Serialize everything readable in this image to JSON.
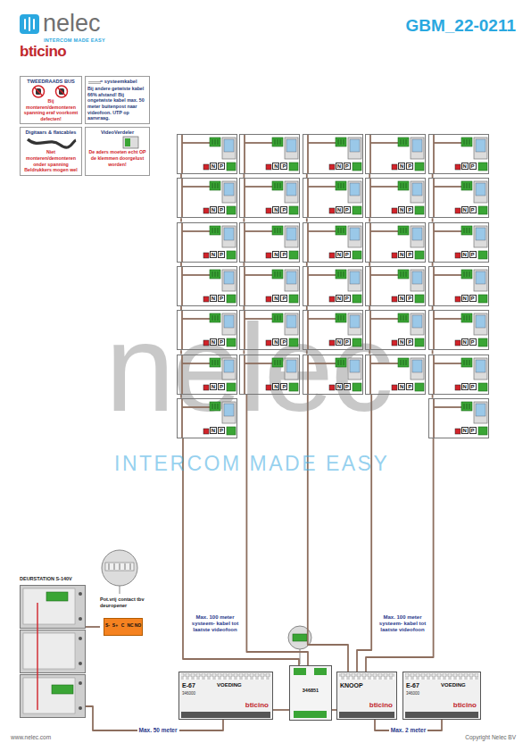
{
  "diagram": {
    "title": "GBM_22-0211",
    "nodes": [
      {
        "text": [
          "TWEEDRAADS BUS",
          "Bij monteren/demonteren spanning eraf voorkomt defecten!"
        ]
      },
      {
        "text": [
          "= systeemkabel",
          "Bij andere getwiste kabel 66% afstand! Bij ongetwiste kabel max. 50 meter buitenpost naar videofoon. UTP op aanvraag."
        ]
      },
      {
        "text": [
          "Digitaars & flatcables",
          "Niet monteren/demonteren onder spanning Beldrukkers mogen wel"
        ]
      },
      {
        "text": [
          "VideoVerdeler",
          "De aders moeten echt OP de klemmen doorgelust worden!"
        ]
      },
      {
        "text": [
          "N",
          "P"
        ]
      },
      {
        "text": [
          "N",
          "P"
        ]
      },
      {
        "text": [
          "N",
          "P"
        ]
      },
      {
        "text": [
          "N",
          "P"
        ]
      },
      {
        "text": [
          "N",
          "P"
        ]
      },
      {
        "text": [
          "N",
          "P"
        ]
      },
      {
        "text": [
          "N",
          "P"
        ]
      },
      {
        "text": [
          "N",
          "P"
        ]
      },
      {
        "text": [
          "N",
          "P"
        ]
      },
      {
        "text": [
          "N",
          "P"
        ]
      },
      {
        "text": [
          "N",
          "P"
        ]
      },
      {
        "text": [
          "N",
          "P"
        ]
      },
      {
        "text": [
          "N",
          "P"
        ]
      },
      {
        "text": [
          "N",
          "P"
        ]
      },
      {
        "text": [
          "N",
          "P"
        ]
      },
      {
        "text": [
          "N",
          "P"
        ]
      },
      {
        "text": [
          "N",
          "P"
        ]
      },
      {
        "text": [
          "N",
          "P"
        ]
      },
      {
        "text": [
          "N",
          "P"
        ]
      },
      {
        "text": [
          "N",
          "P"
        ]
      },
      {
        "text": [
          "N",
          "P"
        ]
      },
      {
        "text": [
          "N",
          "P"
        ]
      },
      {
        "text": [
          "N",
          "P"
        ]
      },
      {
        "text": [
          "N",
          "P"
        ]
      },
      {
        "text": [
          "N",
          "P"
        ]
      },
      {
        "text": [
          "N",
          "P"
        ]
      },
      {
        "text": [
          "N",
          "P"
        ]
      },
      {
        "text": [
          "N",
          "P"
        ]
      },
      {
        "text": [
          "N",
          "P"
        ]
      },
      {
        "text": [
          "N",
          "P"
        ]
      },
      {
        "text": [
          "N",
          "P"
        ]
      },
      {
        "text": [
          "N",
          "P"
        ]
      },
      {
        "text": [
          "DEURSTATION S-140V"
        ]
      },
      {
        "text": [
          "Pot.vrij contact tbv deuropener"
        ]
      },
      {
        "text": [
          "E-67",
          "VOEDING",
          "346000",
          "bticino"
        ]
      },
      {
        "text": [
          "346851"
        ]
      },
      {
        "text": [
          "KNOOP",
          "bticino"
        ]
      },
      {
        "text": [
          "E-67",
          "VOEDING",
          "346000",
          "bticino"
        ]
      }
    ],
    "edges": [
      {
        "from": 4,
        "to": 9,
        "arrow": "none"
      },
      {
        "from": 9,
        "to": 14,
        "arrow": "none"
      },
      {
        "from": 14,
        "to": 19,
        "arrow": "none"
      },
      {
        "from": 19,
        "to": 24,
        "arrow": "none"
      },
      {
        "from": 24,
        "to": 29,
        "arrow": "none"
      },
      {
        "from": 29,
        "to": 34,
        "arrow": "none"
      },
      {
        "from": 5,
        "to": 10,
        "arrow": "none"
      },
      {
        "from": 10,
        "to": 15,
        "arrow": "none"
      },
      {
        "from": 15,
        "to": 20,
        "arrow": "none"
      },
      {
        "from": 20,
        "to": 25,
        "arrow": "none"
      },
      {
        "from": 25,
        "to": 30,
        "arrow": "none"
      },
      {
        "from": 6,
        "to": 11,
        "arrow": "none"
      },
      {
        "from": 11,
        "to": 16,
        "arrow": "none"
      },
      {
        "from": 16,
        "to": 21,
        "arrow": "none"
      },
      {
        "from": 21,
        "to": 26,
        "arrow": "none"
      },
      {
        "from": 26,
        "to": 31,
        "arrow": "none"
      },
      {
        "from": 7,
        "to": 12,
        "arrow": "none"
      },
      {
        "from": 12,
        "to": 17,
        "arrow": "none"
      },
      {
        "from": 17,
        "to": 22,
        "arrow": "none"
      },
      {
        "from": 22,
        "to": 27,
        "arrow": "none"
      },
      {
        "from": 27,
        "to": 32,
        "arrow": "none"
      },
      {
        "from": 8,
        "to": 13,
        "arrow": "none"
      },
      {
        "from": 13,
        "to": 18,
        "arrow": "none"
      },
      {
        "from": 18,
        "to": 23,
        "arrow": "none"
      },
      {
        "from": 23,
        "to": 28,
        "arrow": "none"
      },
      {
        "from": 28,
        "to": 33,
        "arrow": "none"
      },
      {
        "from": 33,
        "to": 35,
        "arrow": "none"
      },
      {
        "from": 34,
        "to": 39,
        "arrow": "none"
      },
      {
        "from": 30,
        "to": 39,
        "arrow": "none"
      },
      {
        "from": 31,
        "to": 40,
        "arrow": "none"
      },
      {
        "from": 32,
        "to": 40,
        "arrow": "none"
      },
      {
        "from": 35,
        "to": 40,
        "arrow": "none"
      },
      {
        "from": 36,
        "to": 37,
        "arrow": "none"
      },
      {
        "from": 36,
        "to": 38,
        "label": "Max. 50 meter",
        "arrow": "none"
      },
      {
        "from": 38,
        "to": 39,
        "arrow": "none"
      },
      {
        "from": 39,
        "to": 40,
        "arrow": "none"
      },
      {
        "from": 40,
        "to": 41,
        "label": "Max. 2 meter",
        "arrow": "none"
      }
    ],
    "labels": [
      "nelec",
      "INTERCOM MADE EASY",
      "bticino",
      "nelec",
      "INTERCOM MADE EASY",
      "Max. 100 meter systeem- kabel tot laatste videofoon",
      "Max. 100 meter systeem- kabel tot laatste videofoon",
      "S-",
      "S+",
      "C",
      "NC",
      "NO",
      "www.nelec.com",
      "Copyright Nelec BV"
    ]
  }
}
